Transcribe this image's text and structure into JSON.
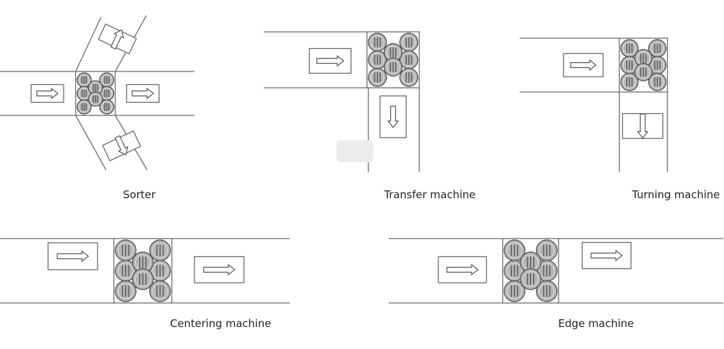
{
  "labels": {
    "sorter": "Sorter",
    "transfer": "Transfer machine",
    "turning": "Turning machine",
    "centering": "Centering machine",
    "edge": "Edge machine"
  },
  "colors": {
    "line": "#6a6a6a",
    "roller_fill": "#b4b4b4",
    "roller_stroke": "#4a4a4a"
  }
}
